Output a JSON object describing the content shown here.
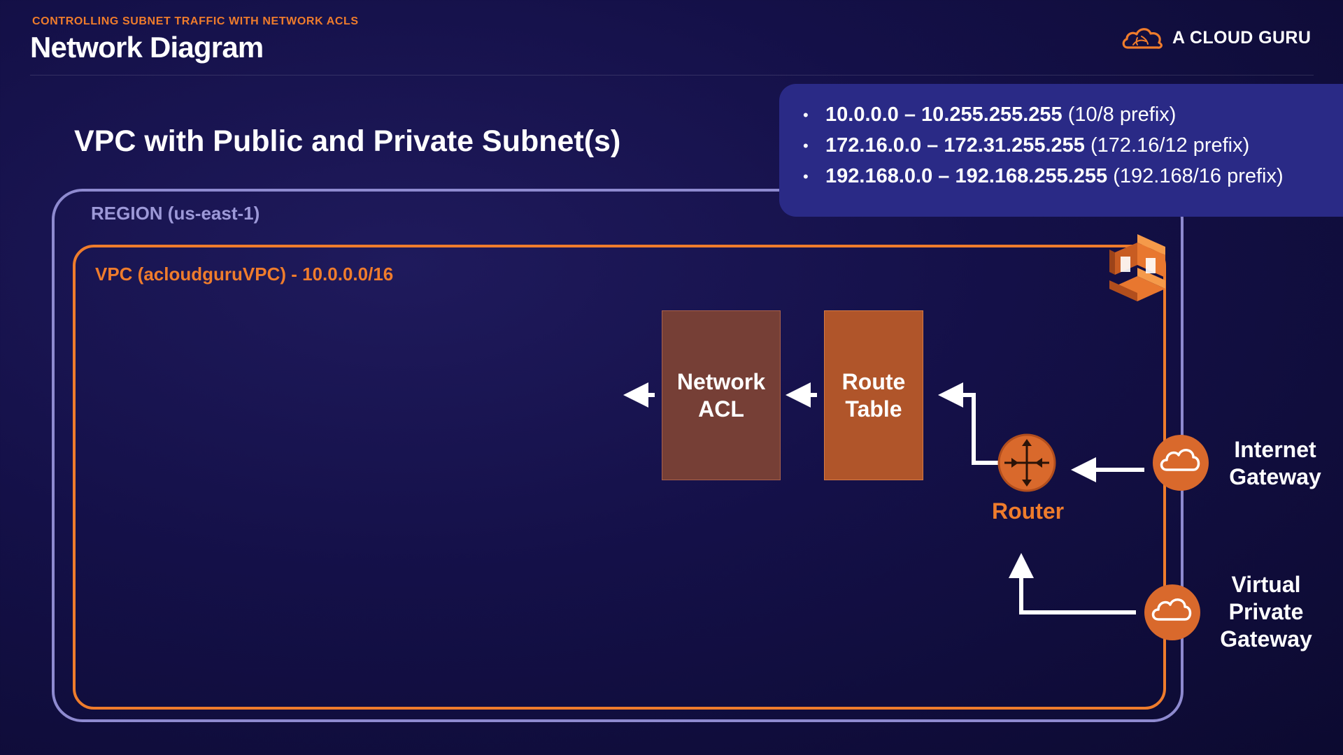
{
  "header": {
    "kicker": "CONTROLLING SUBNET TRAFFIC WITH NETWORK ACLS",
    "title": "Network Diagram",
    "brand": "A CLOUD GURU",
    "brand_icon": "cloud-logo-icon"
  },
  "diagram": {
    "title": "VPC with Public and Private Subnet(s)",
    "region_label": "REGION (us-east-1)",
    "vpc_label": "VPC (acloudguruVPC) - 10.0.0.0/16",
    "vpc_icon": "vpc-icon",
    "private_ranges": [
      {
        "range": "10.0.0.0 – 10.255.255.255",
        "prefix": "(10/8 prefix)"
      },
      {
        "range": "172.16.0.0 – 172.31.255.255",
        "prefix": "(172.16/12 prefix)"
      },
      {
        "range": "192.168.0.0 – 192.168.255.255",
        "prefix": "(192.168/16 prefix)"
      }
    ],
    "nodes": {
      "network_acl": "Network\nACL",
      "route_table": "Route\nTable",
      "router": "Router",
      "internet_gateway": "Internet\nGateway",
      "virtual_private_gateway": "Virtual\nPrivate\nGateway"
    },
    "colors": {
      "accent": "#ef7c2c",
      "region_border": "#8e8ad0",
      "acl_fill": "#763f36",
      "route_table_fill": "#b0552a",
      "info_panel": "#2a2a86"
    }
  }
}
